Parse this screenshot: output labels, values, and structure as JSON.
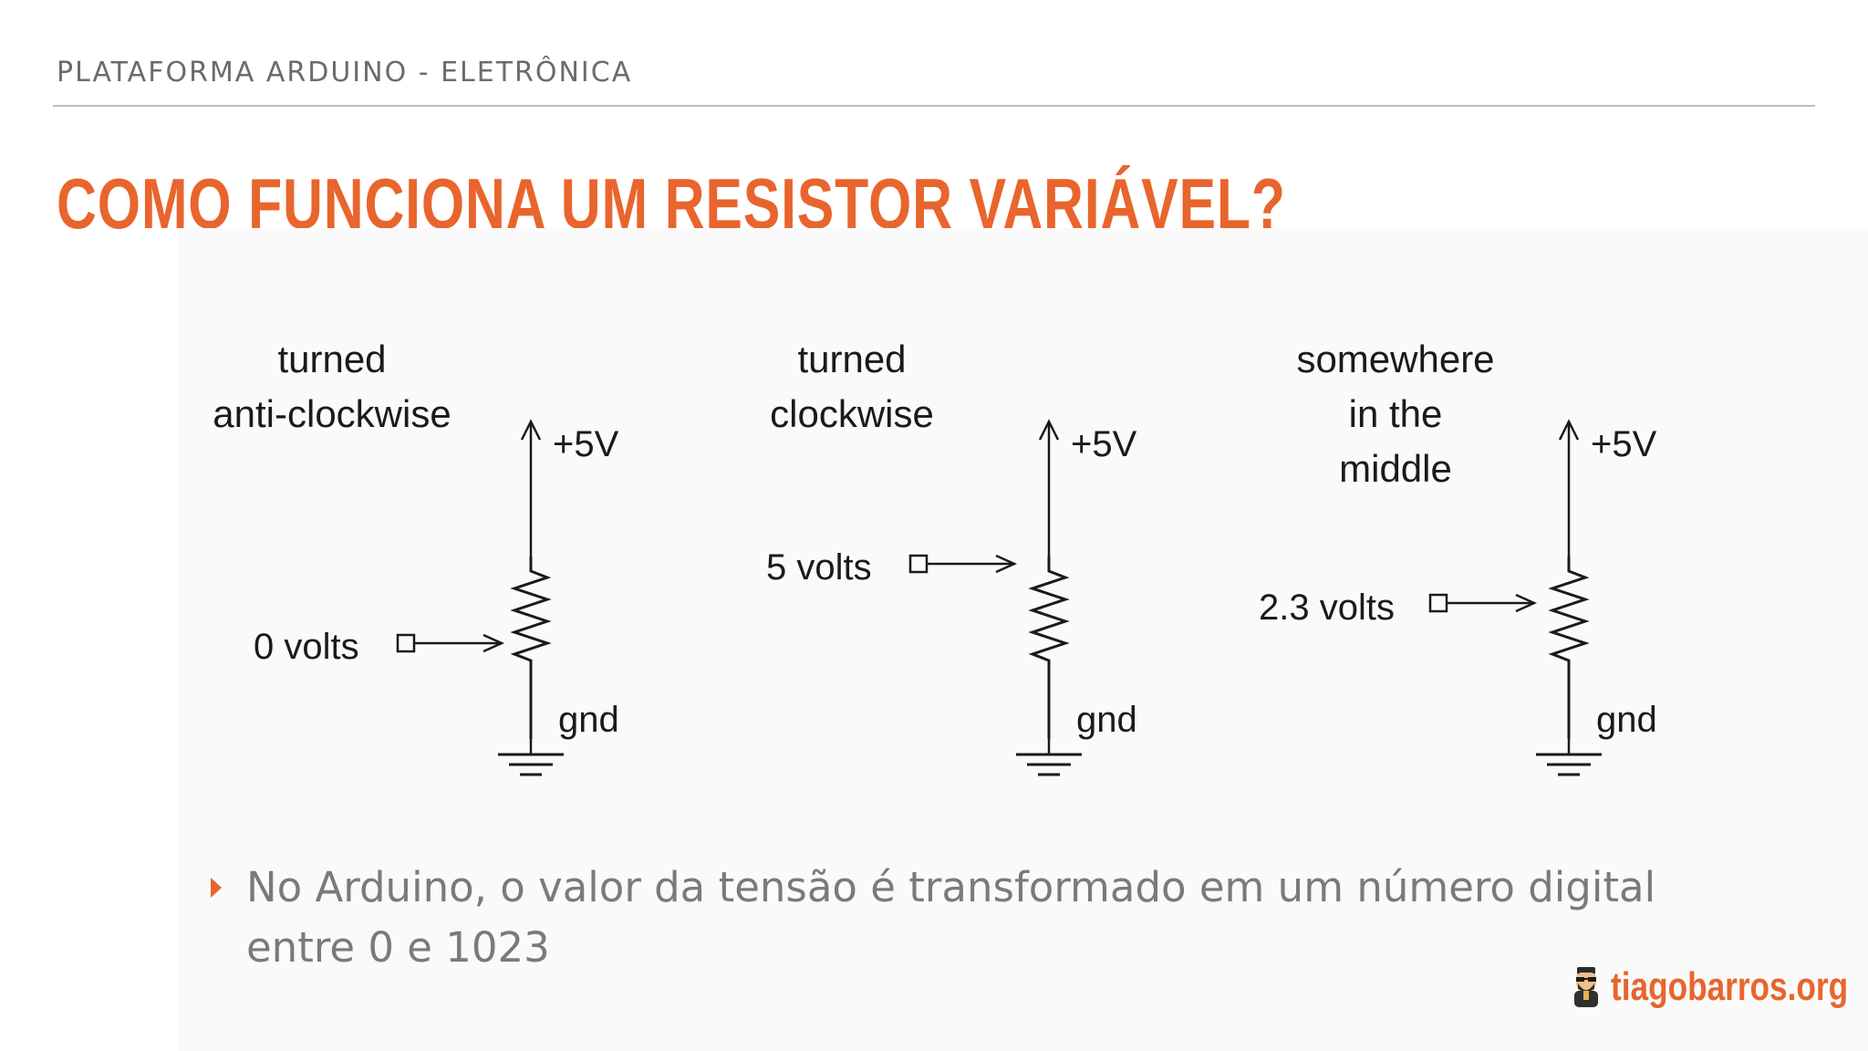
{
  "header": {
    "section": "PLATAFORMA ARDUINO - ELETRÔNICA"
  },
  "slide": {
    "title": "COMO FUNCIONA UM RESISTOR VARIÁVEL?"
  },
  "diagram": {
    "panels": [
      {
        "caption_lines": [
          "turned",
          "anti-clockwise"
        ],
        "supply": "+5V",
        "output": "0 volts",
        "ground": "gnd"
      },
      {
        "caption_lines": [
          "turned",
          "clockwise"
        ],
        "supply": "+5V",
        "output": "5 volts",
        "ground": "gnd"
      },
      {
        "caption_lines": [
          "somewhere",
          "in the",
          "middle"
        ],
        "supply": "+5V",
        "output": "2.3 volts",
        "ground": "gnd"
      }
    ]
  },
  "bullet": {
    "text": "No Arduino, o valor da tensão é transformado em um número digital entre 0 e 1023"
  },
  "brand": {
    "label": "tiagobarros.org",
    "avatar_icon": "avatar-icon"
  },
  "colors": {
    "accent": "#e8652d",
    "header_text": "#6b6b6b",
    "body_text": "#7a7a7a"
  }
}
